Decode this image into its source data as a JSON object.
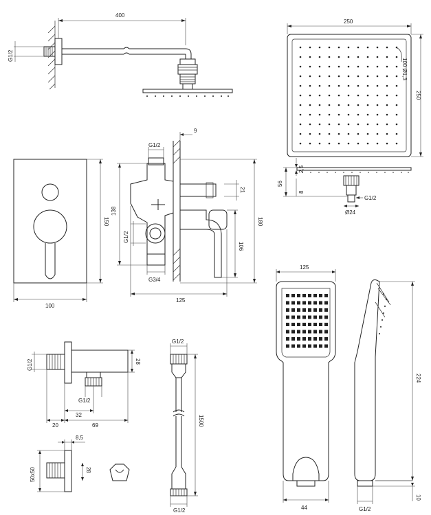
{
  "shower_arm": {
    "length": "400",
    "thread": "G1/2"
  },
  "rain_head": {
    "width": "250",
    "depth": "250",
    "nozzles": "100 Ø1,3"
  },
  "rain_head_side": {
    "height_total": "56",
    "plate": "2,5",
    "nozzle": "8",
    "thread": "G1/2",
    "diameter": "Ø24"
  },
  "mixer_front": {
    "height": "150",
    "width": "100"
  },
  "mixer_side": {
    "thread_top": "G1/2",
    "wall_offset": "9",
    "outlet": "21",
    "body_height": "138",
    "total_height": "180",
    "thread_side": "G1/2",
    "lever_height": "106",
    "thread_bottom": "G3/4",
    "depth": "125"
  },
  "wall_outlet": {
    "thread_left": "G1/2",
    "height": "28",
    "thread_bottom": "G1/2",
    "offset": "32",
    "flange": "20",
    "length": "69"
  },
  "holder": {
    "depth": "8,5",
    "plate": "50x50",
    "height": "28"
  },
  "hose": {
    "thread_top": "G1/2",
    "length": "1500",
    "thread_bottom": "G1/2"
  },
  "hand_shower": {
    "width": "125",
    "length": "224",
    "handle": "44",
    "base": "10",
    "thread": "G1/2"
  }
}
